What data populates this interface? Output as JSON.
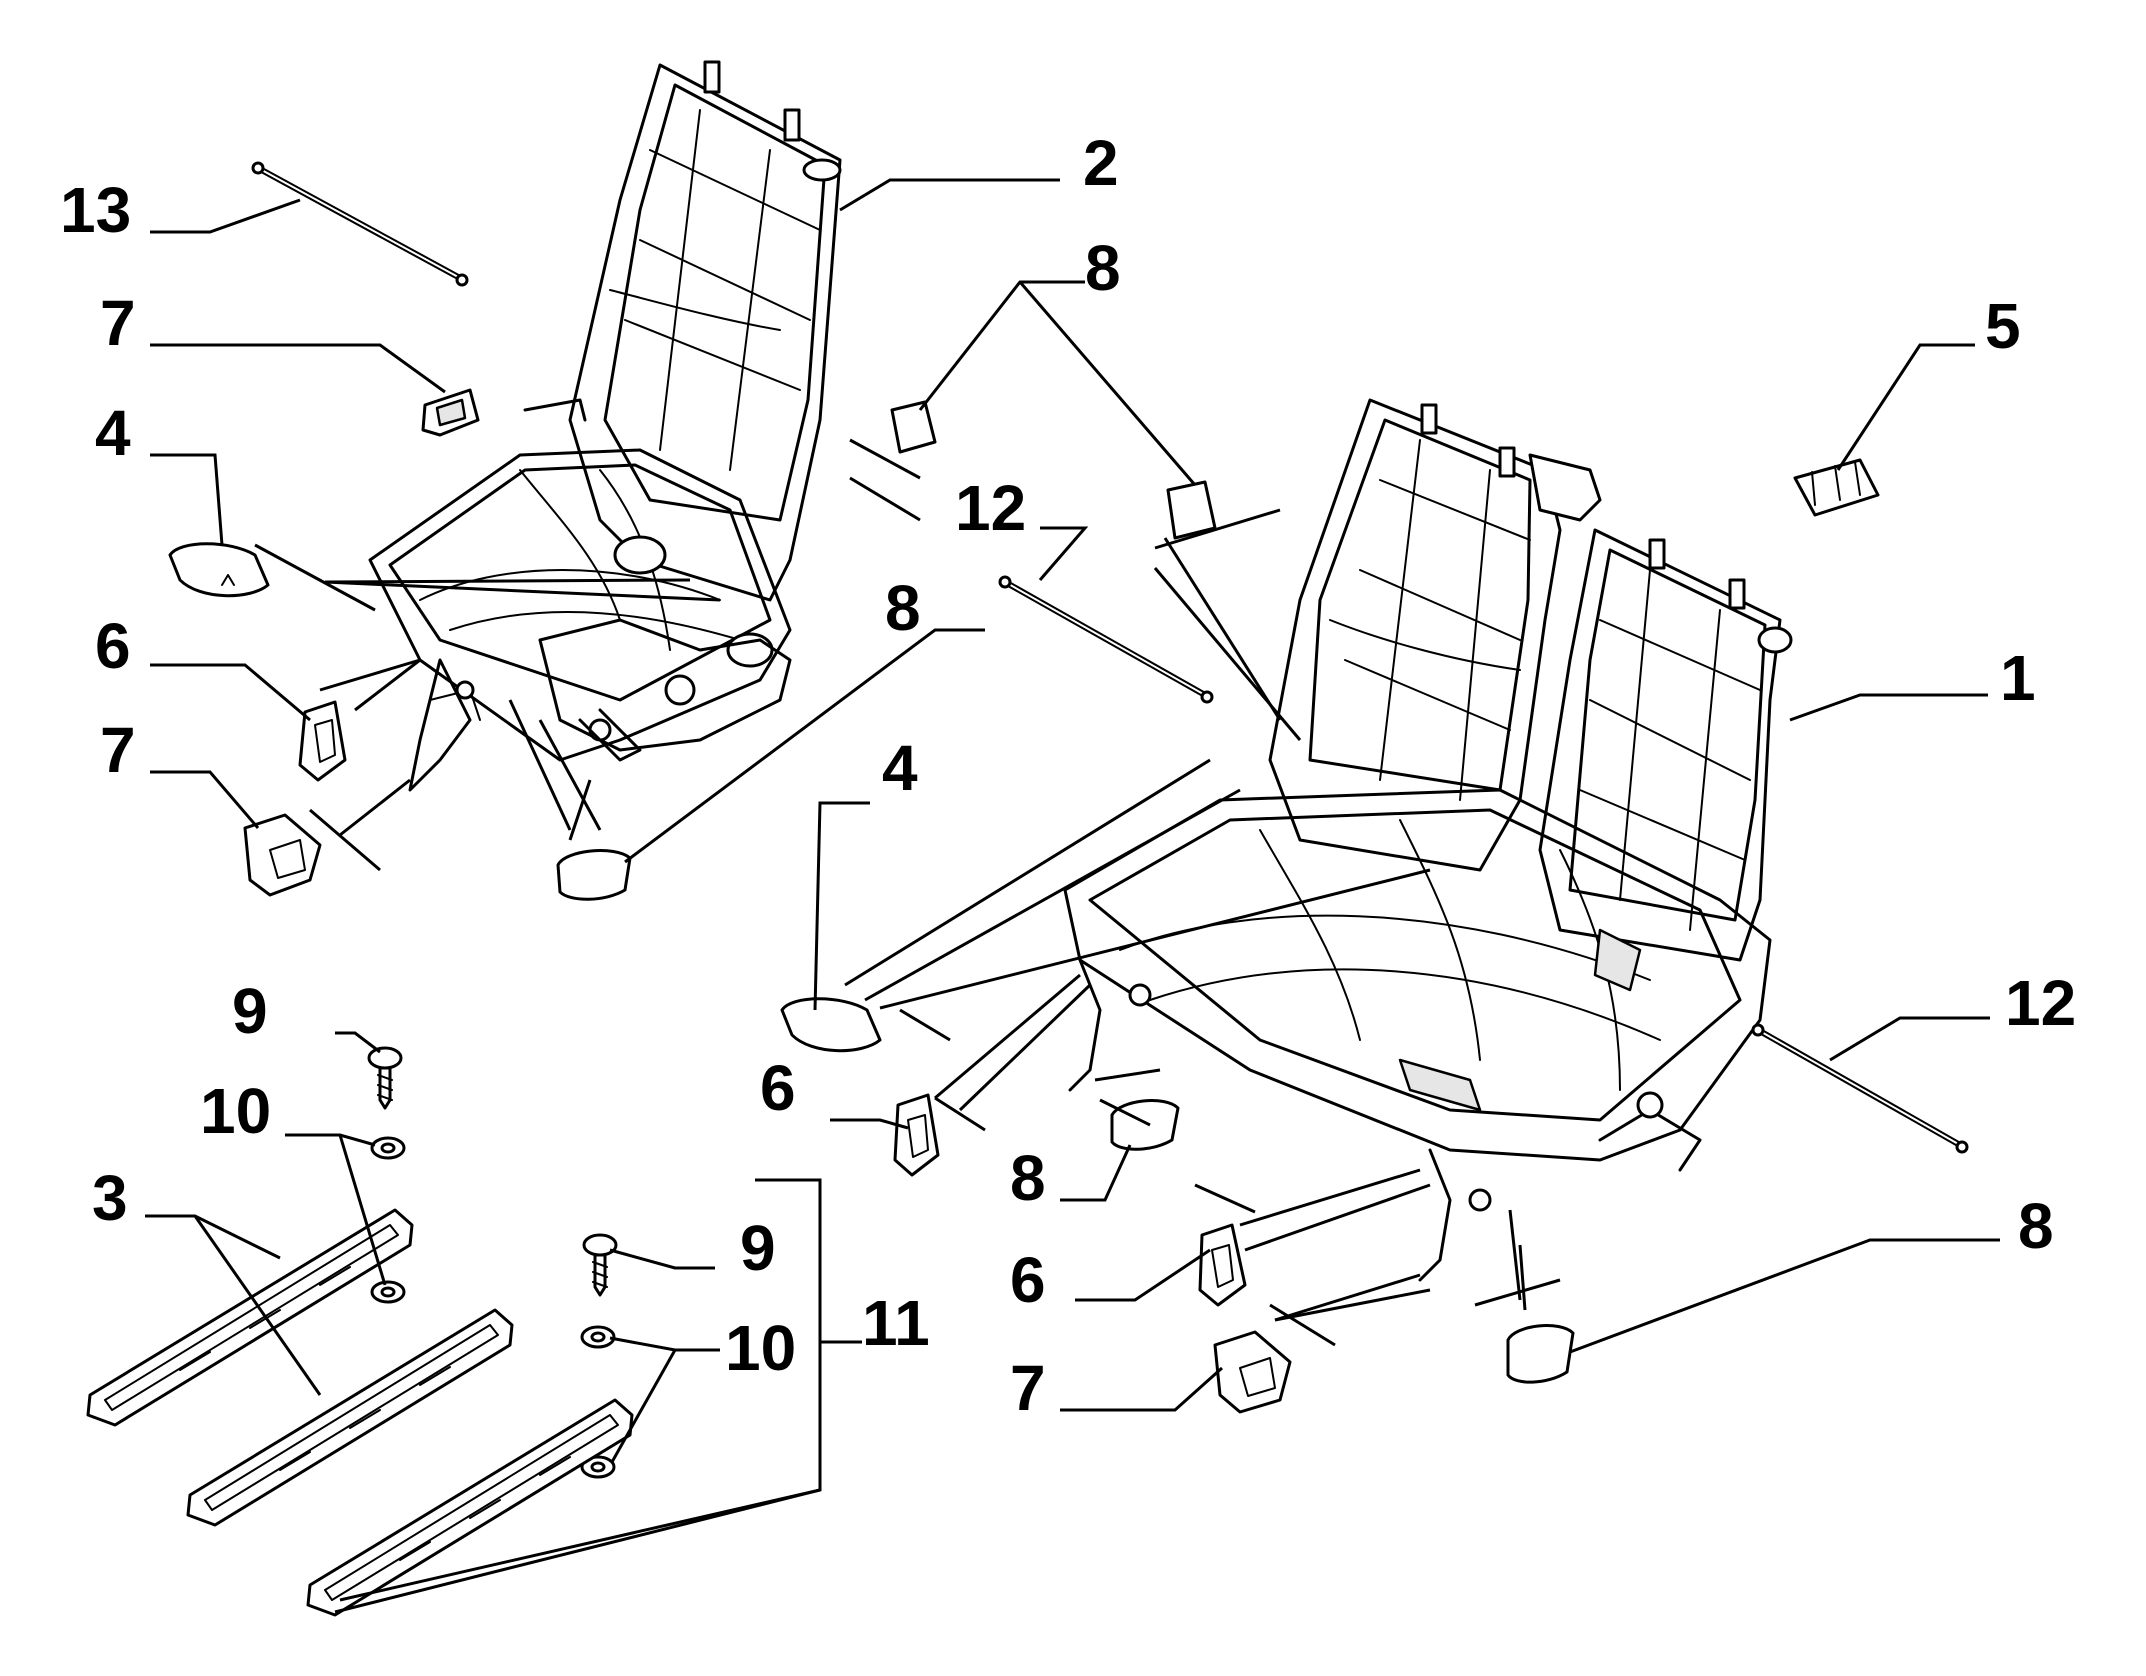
{
  "diagram": {
    "callouts": [
      {
        "id": "c-13",
        "text": "13"
      },
      {
        "id": "c-7a",
        "text": "7"
      },
      {
        "id": "c-4a",
        "text": "4"
      },
      {
        "id": "c-6a",
        "text": "6"
      },
      {
        "id": "c-7b",
        "text": "7"
      },
      {
        "id": "c-2",
        "text": "2"
      },
      {
        "id": "c-8a",
        "text": "8"
      },
      {
        "id": "c-12a",
        "text": "12"
      },
      {
        "id": "c-8b",
        "text": "8"
      },
      {
        "id": "c-5",
        "text": "5"
      },
      {
        "id": "c-1",
        "text": "1"
      },
      {
        "id": "c-4b",
        "text": "4"
      },
      {
        "id": "c-12b",
        "text": "12"
      },
      {
        "id": "c-6b",
        "text": "6"
      },
      {
        "id": "c-8c",
        "text": "8"
      },
      {
        "id": "c-6c",
        "text": "6"
      },
      {
        "id": "c-8d",
        "text": "8"
      },
      {
        "id": "c-7c",
        "text": "7"
      },
      {
        "id": "c-9a",
        "text": "9"
      },
      {
        "id": "c-10a",
        "text": "10"
      },
      {
        "id": "c-3",
        "text": "3"
      },
      {
        "id": "c-9b",
        "text": "9"
      },
      {
        "id": "c-10b",
        "text": "10"
      },
      {
        "id": "c-11",
        "text": "11"
      }
    ]
  }
}
